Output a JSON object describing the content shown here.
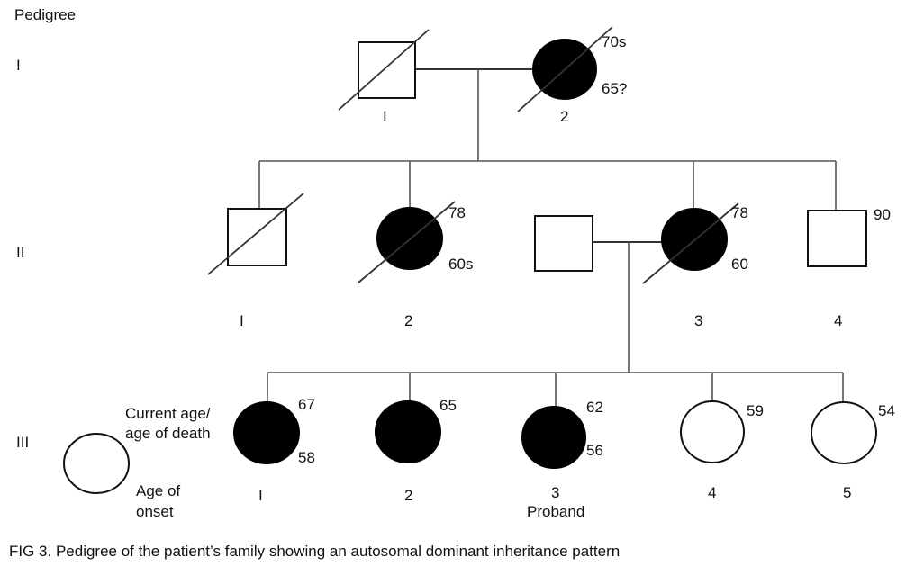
{
  "diagram": {
    "title": "Pedigree",
    "generations": [
      "I",
      "II",
      "III"
    ],
    "caption": "FIG 3.  Pedigree of the patient’s family showing an autosomal dominant inheritance pattern",
    "legend": {
      "current_age_line1": "Current age/",
      "current_age_line2": "age of death",
      "onset_line1": "Age of",
      "onset_line2": "onset"
    },
    "individuals": {
      "I1": {
        "number": "I",
        "sex": "male",
        "affected": false,
        "deceased": true
      },
      "I2": {
        "number": "2",
        "sex": "female",
        "affected": true,
        "deceased": true,
        "age": "70s",
        "onset": "65?"
      },
      "II1": {
        "number": "I",
        "sex": "male",
        "affected": false,
        "deceased": true
      },
      "II2": {
        "number": "2",
        "sex": "female",
        "affected": true,
        "deceased": true,
        "age": "78",
        "onset": "60s"
      },
      "II_spouse": {
        "number": "",
        "sex": "male",
        "affected": false,
        "deceased": false
      },
      "II3": {
        "number": "3",
        "sex": "female",
        "affected": true,
        "deceased": true,
        "age": "78",
        "onset": "60"
      },
      "II4": {
        "number": "4",
        "sex": "male",
        "affected": false,
        "deceased": false,
        "age": "90"
      },
      "III1": {
        "number": "I",
        "sex": "female",
        "affected": true,
        "deceased": false,
        "age": "67",
        "onset": "58"
      },
      "III2": {
        "number": "2",
        "sex": "female",
        "affected": true,
        "deceased": false,
        "age": "65"
      },
      "III3": {
        "number": "3",
        "sex": "female",
        "affected": true,
        "deceased": false,
        "age": "62",
        "onset": "56",
        "note": "Proband"
      },
      "III4": {
        "number": "4",
        "sex": "female",
        "affected": false,
        "deceased": false,
        "age": "59"
      },
      "III5": {
        "number": "5",
        "sex": "female",
        "affected": false,
        "deceased": false,
        "age": "54"
      }
    }
  }
}
